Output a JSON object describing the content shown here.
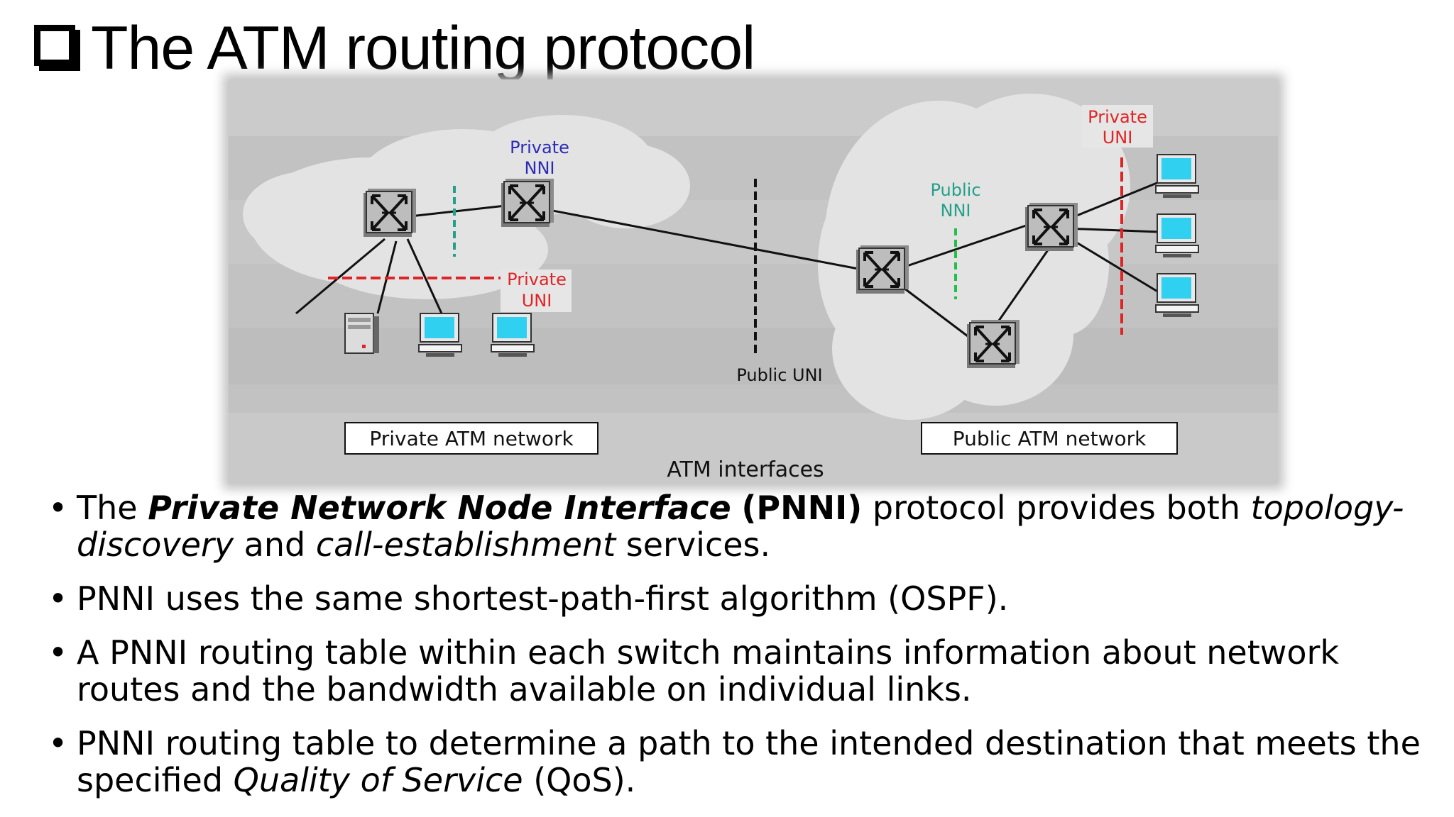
{
  "slide": {
    "title": "The ATM routing protocol",
    "title_marker_icon": "hollow-square-icon"
  },
  "figure": {
    "labels": {
      "private_nni_1": "Private",
      "private_nni_2": "NNI",
      "private_uni_left_1": "Private",
      "private_uni_left_2": "UNI",
      "public_uni": "Public UNI",
      "public_nni_1": "Public",
      "public_nni_2": "NNI",
      "private_uni_right_1": "Private",
      "private_uni_right_2": "UNI",
      "private_network_box": "Private ATM network",
      "public_network_box": "Public ATM network",
      "caption": "ATM interfaces"
    },
    "colors": {
      "private_nni": "#2b2bb8",
      "public_nni": "#22a08a",
      "uni": "#e02424",
      "cloud": "#e3e3e3",
      "background": "#c2c2c2"
    },
    "icons": {
      "switch": "atm-switch-icon",
      "workstation": "computer-terminal-icon",
      "server": "server-tower-icon",
      "cloud": "cloud-icon"
    }
  },
  "bullets": [
    {
      "parts": [
        {
          "text": "The ",
          "style": "normal"
        },
        {
          "text": "Private Network Node Interface",
          "style": "bold-italic"
        },
        {
          "text": " ",
          "style": "normal"
        },
        {
          "text": "(PNNI)",
          "style": "bold"
        },
        {
          "text": " protocol provides both ",
          "style": "normal"
        },
        {
          "text": "topology-discovery",
          "style": "italic"
        },
        {
          "text": " and ",
          "style": "normal"
        },
        {
          "text": "call-establishment",
          "style": "italic"
        },
        {
          "text": " services.",
          "style": "normal"
        }
      ]
    },
    {
      "parts": [
        {
          "text": "PNNI uses the same shortest-path-first algorithm (OSPF).",
          "style": "normal"
        }
      ]
    },
    {
      "parts": [
        {
          "text": "A PNNI routing table within each switch maintains information about network routes and the bandwidth available on individual links.",
          "style": "normal"
        }
      ]
    },
    {
      "parts": [
        {
          "text": "PNNI routing table to determine a path to the intended destination that meets the specified ",
          "style": "normal"
        },
        {
          "text": "Quality of Service",
          "style": "italic"
        },
        {
          "text": " (QoS).",
          "style": "normal"
        }
      ]
    }
  ]
}
